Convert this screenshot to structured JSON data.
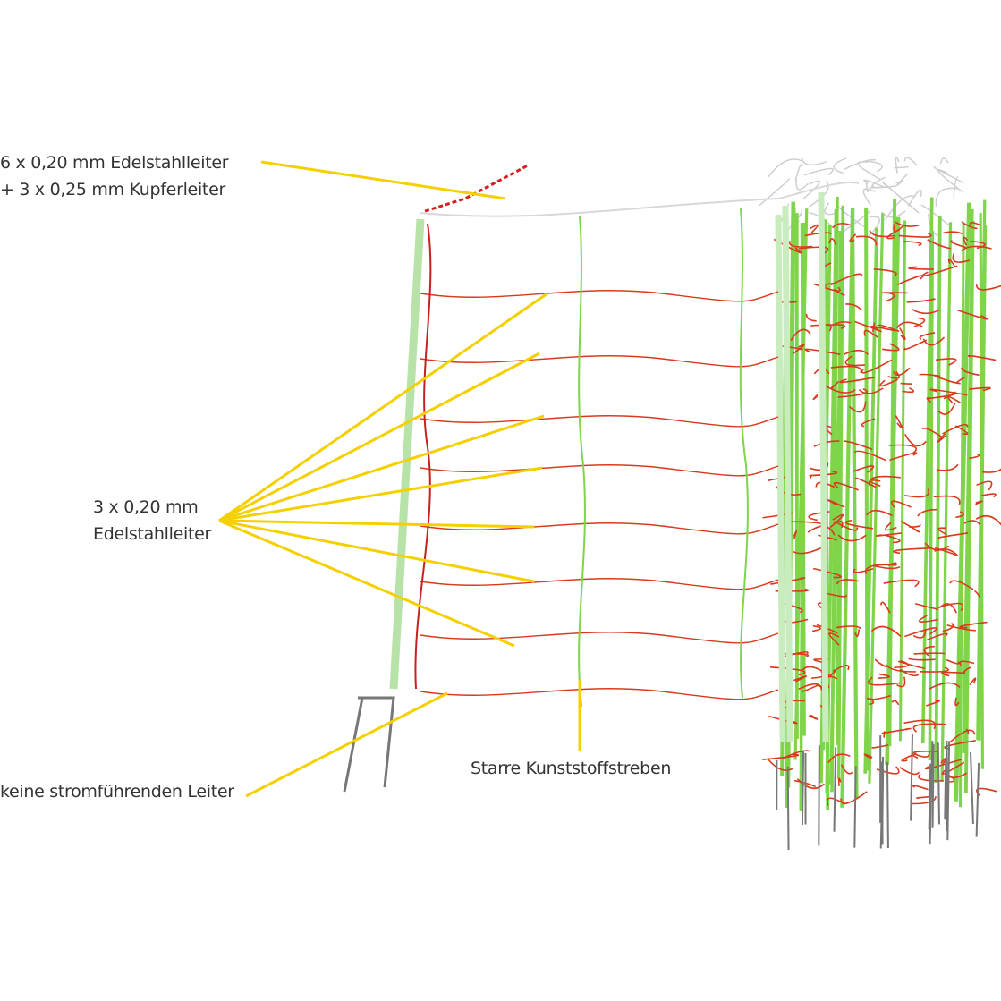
{
  "labels": {
    "top_line1": "6 x 0,20 mm Edelstahlleiter",
    "top_line2": "+ 3 x 0,25 mm Kupferleiter",
    "mid_line1": "3 x 0,20 mm",
    "mid_line2": "Edelstahlleiter",
    "bottom": "keine stromführenden Leiter",
    "struts": "Starre Kunststoffstreben"
  },
  "colors": {
    "callout": "#f5d000",
    "wire_red": "#d93a1c",
    "strut_green": "#7fd44a",
    "post_green": "#b7e3a8",
    "top_wire": "#d8d8d8"
  }
}
